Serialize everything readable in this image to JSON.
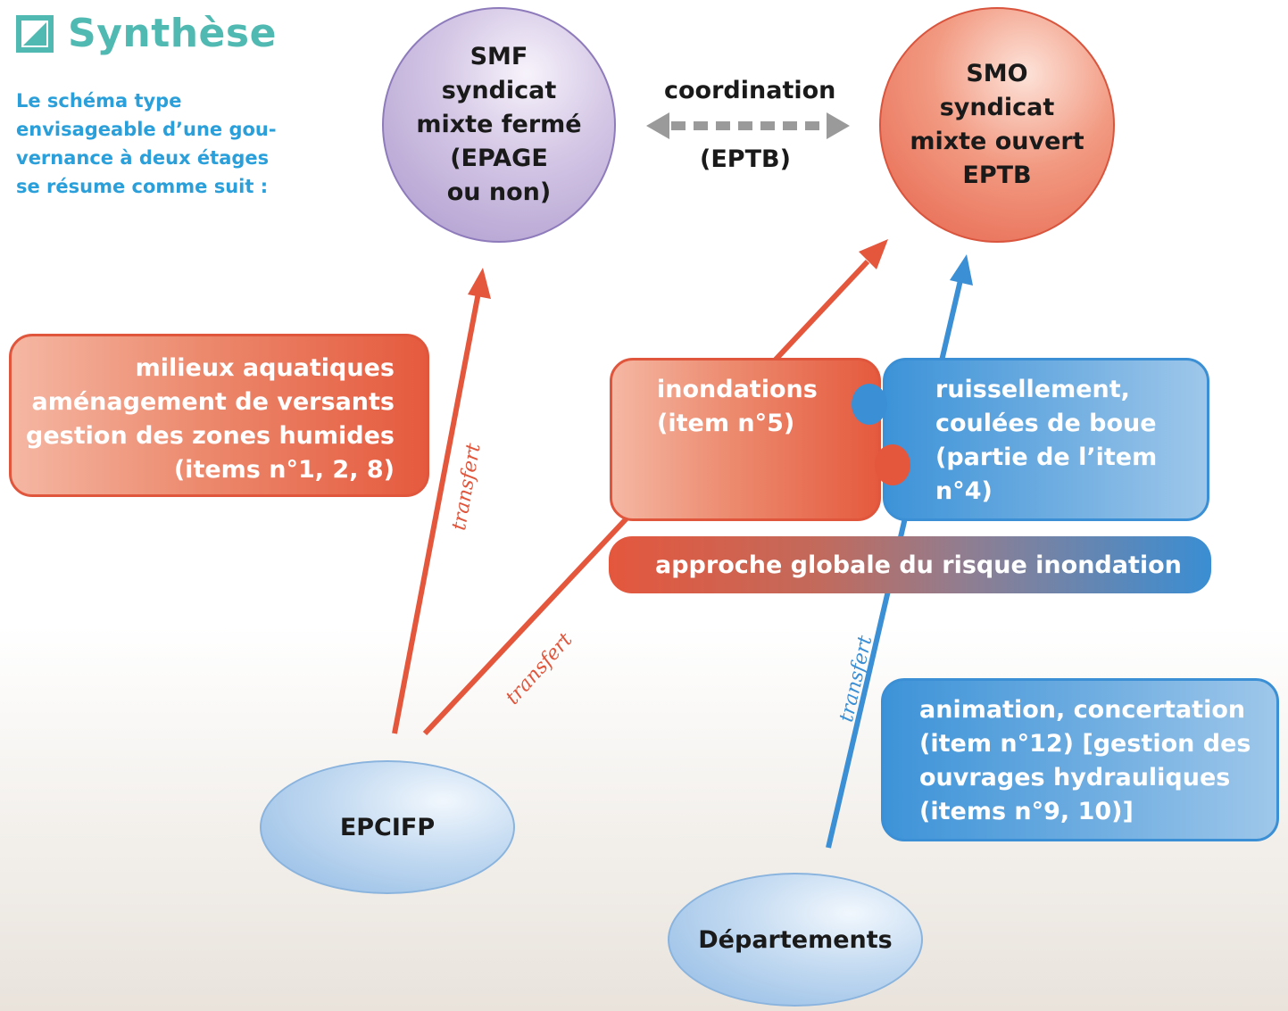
{
  "header": {
    "title": "Synthèse",
    "intro_lines": [
      "Le schéma type",
      "envisageable d’une gou-",
      "vernance à deux étages",
      "se résume comme suit :"
    ]
  },
  "circles": {
    "smf": [
      "SMF",
      "syndicat",
      "mixte fermé",
      "(EPAGE",
      "ou non)"
    ],
    "smo": [
      "SMO",
      "syndicat",
      "mixte ouvert",
      "EPTB"
    ]
  },
  "coordination": {
    "top_label": "coordination",
    "bottom_label": "(EPTB)"
  },
  "boxes": {
    "milieux": [
      "milieux aquatiques",
      "aménagement de versants",
      "gestion des zones humides",
      "(items n°1, 2, 8)"
    ],
    "inondations": [
      "inondations",
      "(item n°5)"
    ],
    "ruissellement": [
      "ruissellement,",
      "coulées de boue",
      "(partie de l’item",
      "n°4)"
    ],
    "approche": "approche globale du risque inondation",
    "animation": [
      "animation, concertation",
      "(item n°12) [gestion des",
      "ouvrages hydrauliques",
      "(items n°9, 10)]"
    ]
  },
  "actors": {
    "epcifp": "EPCIFP",
    "departements": "Départements"
  },
  "arrows": {
    "transfert_label": "transfert",
    "colors": {
      "red": "#e4573d",
      "blue": "#3b8fd4",
      "grey": "#9a9a9a"
    }
  },
  "colors": {
    "title": "#4fb9b2",
    "intro": "#2a9fd9",
    "smf_fill": "#c4b5dd",
    "smo_fill": "#ef8a70"
  }
}
